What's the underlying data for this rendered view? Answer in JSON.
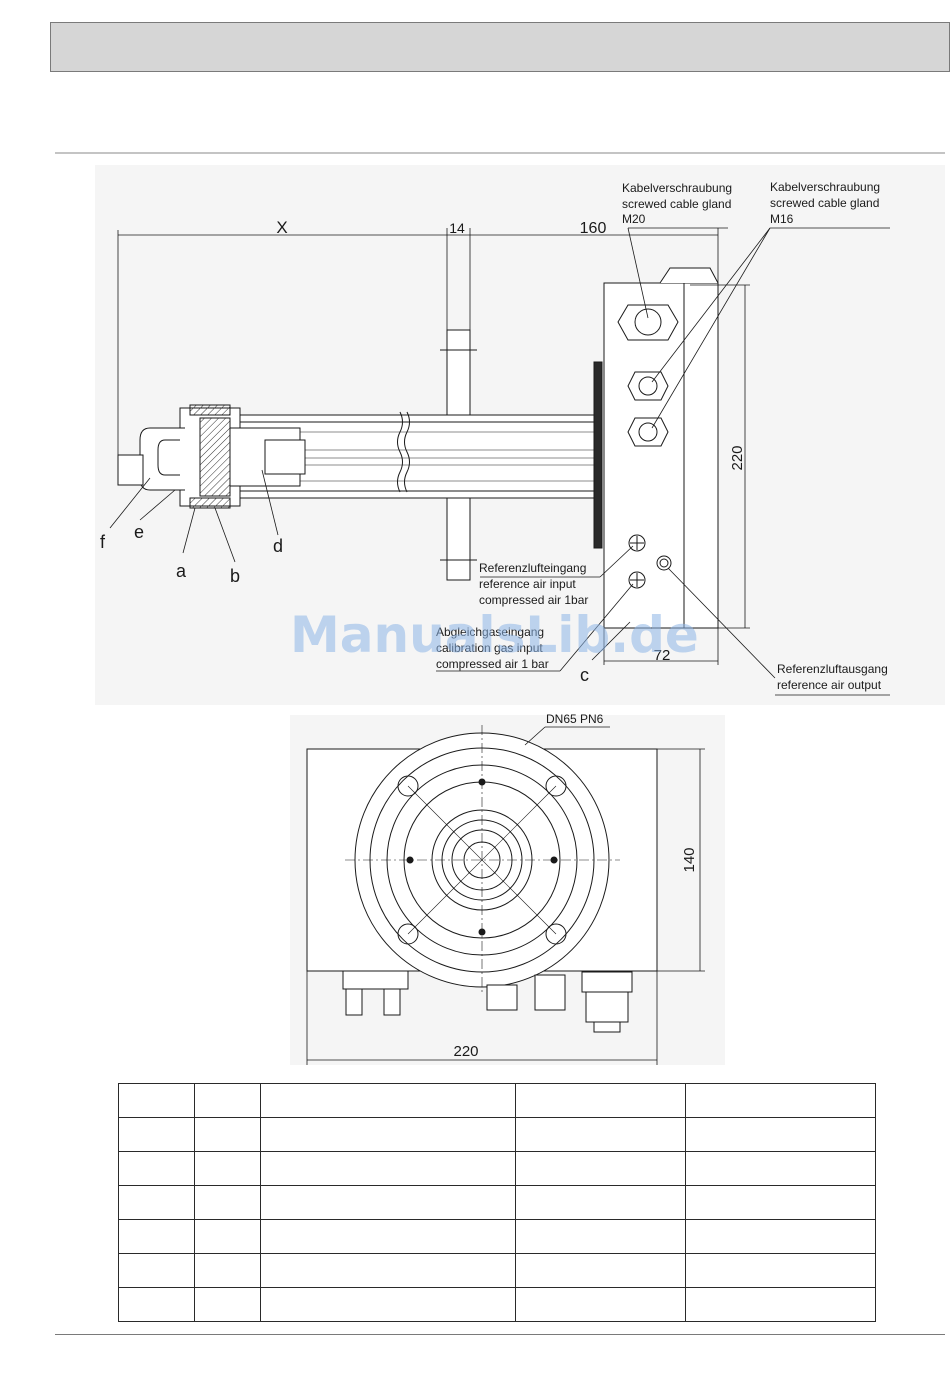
{
  "diagram_side": {
    "dim_x": "X",
    "dim_14": "14",
    "dim_160": "160",
    "dim_220": "220",
    "dim_72": "72",
    "gland_m20": [
      "Kabelverschraubung",
      "screwed cable gland",
      "M20"
    ],
    "gland_m16": [
      "Kabelverschraubung",
      "screwed cable gland",
      "M16"
    ],
    "ref_air_input": [
      "Referenzlufteingang",
      "reference air input",
      "compressed air 1bar"
    ],
    "cal_gas_input": [
      "Abgleichgaseingang",
      "calibration gas input",
      "compressed air 1 bar"
    ],
    "ref_air_output": [
      "Referenzluftausgang",
      "reference air output"
    ],
    "labels": {
      "a": "a",
      "b": "b",
      "c": "c",
      "d": "d",
      "e": "e",
      "f": "f"
    }
  },
  "diagram_front": {
    "flange_label": "DN65 PN6",
    "dim_140": "140",
    "dim_220": "220"
  },
  "watermark": "ManualsLib.de",
  "table": {
    "rows": 7,
    "cols": 5
  }
}
